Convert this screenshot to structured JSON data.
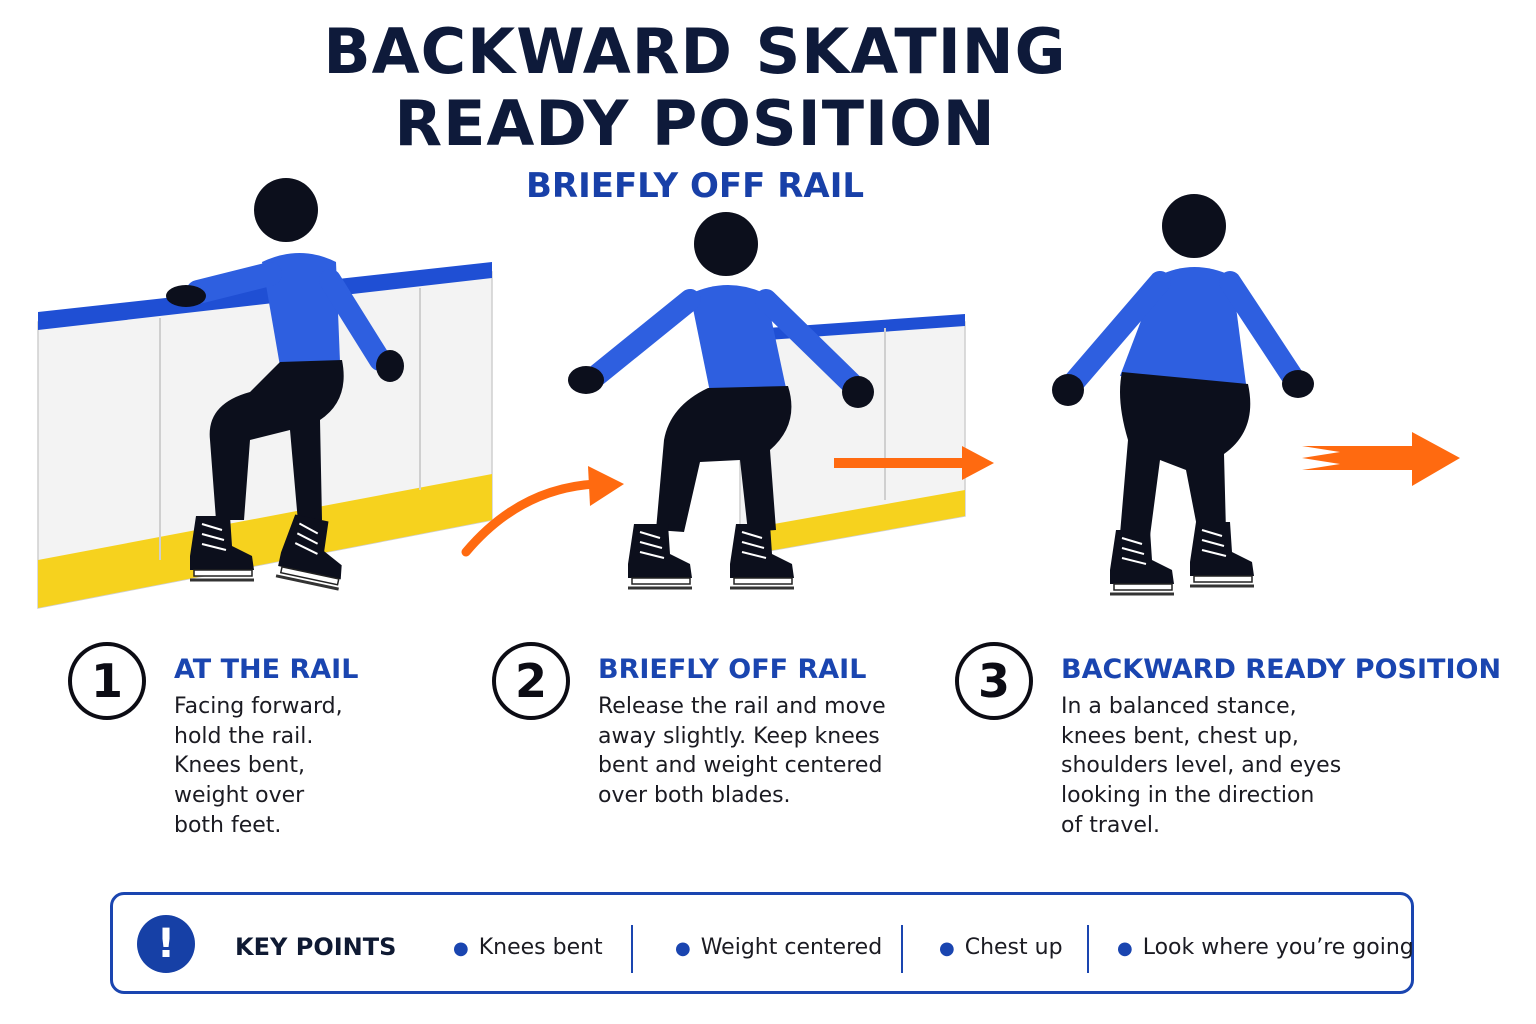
{
  "title_lines": [
    "BACKWARD SKATING",
    "READY POSITION"
  ],
  "subtitle": "BRIEFLY OFF RAIL",
  "colors": {
    "navy": "#0e1a3a",
    "accent_blue": "#1a45b0",
    "shirt_blue": "#2e5fe0",
    "rail_yellow": "#f6d21e",
    "arrow_orange": "#ff6a10"
  },
  "steps": [
    {
      "number": "1",
      "heading": "AT THE RAIL",
      "body": [
        "Facing forward,",
        "hold the rail.",
        "Knees bent,",
        "weight over",
        "both feet."
      ]
    },
    {
      "number": "2",
      "heading": "BRIEFLY OFF RAIL",
      "body": [
        "Release the rail and move",
        "away slightly. Keep knees",
        "bent and weight centered",
        "over both blades."
      ]
    },
    {
      "number": "3",
      "heading": "BACKWARD READY POSITION",
      "body": [
        "In a balanced stance,",
        "knees bent, chest up,",
        "shoulders level, and eyes",
        "looking in the direction",
        "of travel."
      ]
    }
  ],
  "key_points": {
    "icon": "exclamation-icon",
    "label": "KEY POINTS",
    "items": [
      "Knees bent",
      "Weight centered",
      "Chest up",
      "Look where you’re going"
    ]
  }
}
